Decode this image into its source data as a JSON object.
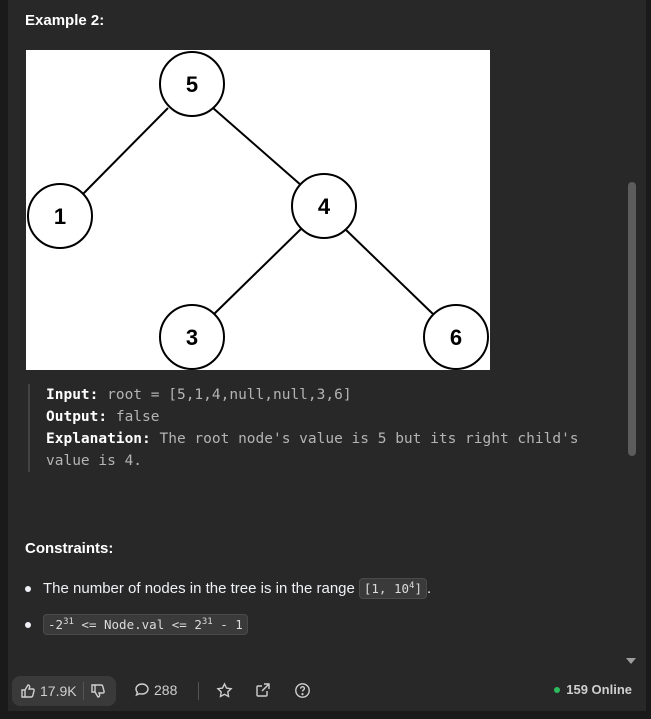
{
  "example": {
    "title": "Example 2:",
    "tree": {
      "nodes": [
        "5",
        "1",
        "4",
        "3",
        "6"
      ]
    },
    "input_label": "Input:",
    "input_value": " root = [5,1,4,null,null,3,6]",
    "output_label": "Output:",
    "output_value": " false",
    "explanation_label": "Explanation:",
    "explanation_line1": " The root node's value is 5 but its right child's",
    "explanation_line2": "value is 4."
  },
  "constraints": {
    "title": "Constraints:",
    "item1_text": "The number of nodes in the tree is in the range ",
    "item1_code_a": "[1, 10",
    "item1_code_sup": "4",
    "item1_code_b": "]",
    "item1_after": ".",
    "item2_code_a": "-2",
    "item2_code_sup1": "31",
    "item2_code_b": " <= Node.val <= 2",
    "item2_code_sup2": "31",
    "item2_code_c": " - 1"
  },
  "bottom_bar": {
    "likes": "17.9K",
    "comments": "288",
    "online": "159 Online",
    "icons": [
      "thumbs-up-icon",
      "thumbs-down-icon",
      "comment-icon",
      "star-icon",
      "share-icon",
      "help-icon"
    ],
    "online_color": "#2cbb5d"
  }
}
